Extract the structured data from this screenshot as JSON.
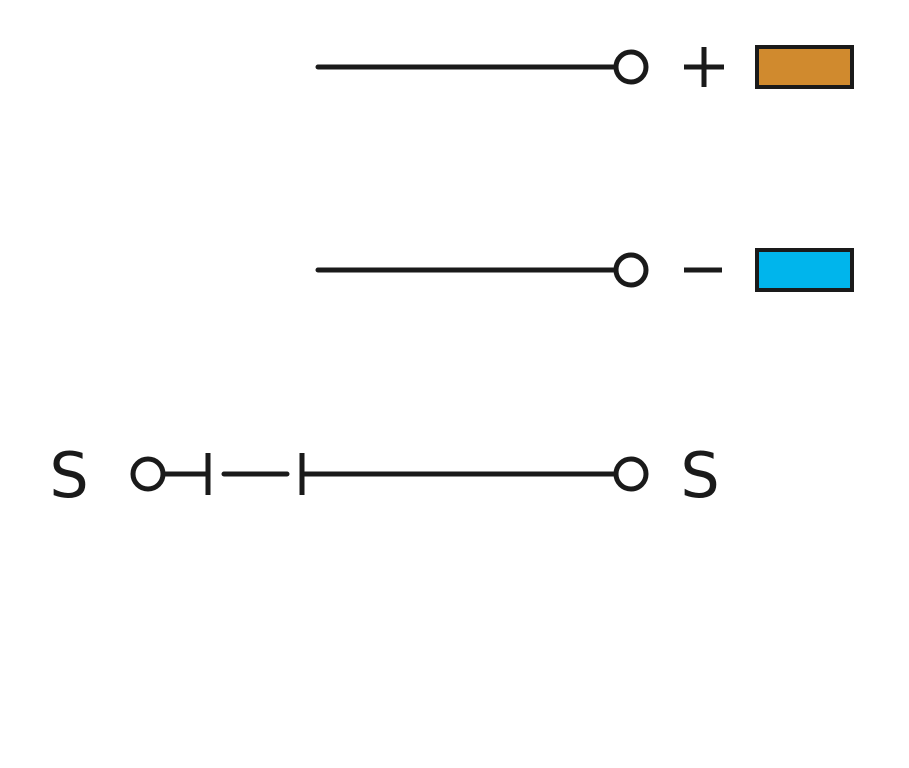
{
  "rows": [
    {
      "id": "positive",
      "sign_text": "+",
      "swatch_color": "#d08a2e"
    },
    {
      "id": "negative",
      "sign_text": "−",
      "swatch_color": "#00b5ec"
    }
  ],
  "signal_row": {
    "left_label": "S",
    "right_label": "S"
  },
  "colors": {
    "line": "#1a1a1a",
    "background": "#ffffff"
  }
}
